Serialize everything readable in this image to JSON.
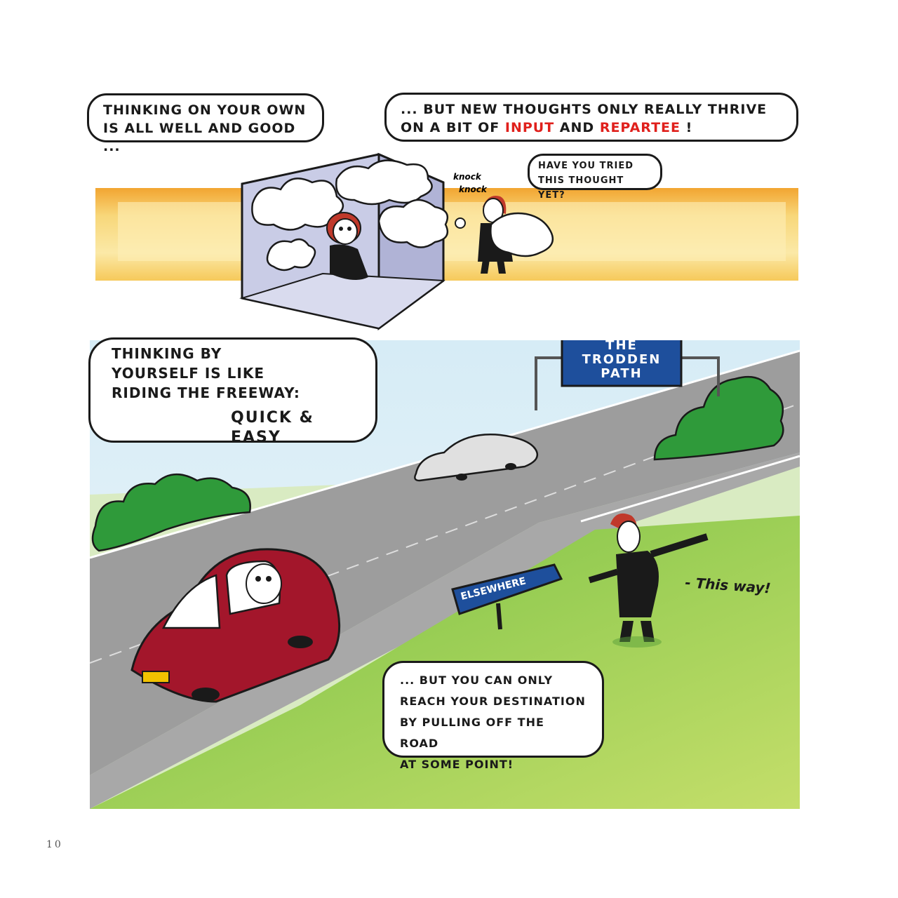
{
  "panel1": {
    "caption_left": [
      "THINKING ON YOUR OWN",
      "IS ALL WELL AND GOOD ..."
    ],
    "caption_right": {
      "line1": "... BUT NEW THOUGHTS ONLY REALLY THRIVE",
      "line2_prefix": "ON A BIT OF",
      "word1": "INPUT",
      "line2_mid": "AND",
      "word2": "REPARTEE",
      "line2_suffix": "!"
    },
    "knock": [
      "knock",
      "knock"
    ],
    "speech": [
      "HAVE YOU TRIED",
      "THIS THOUGHT YET?"
    ]
  },
  "panel2": {
    "speech_top": [
      "THINKING BY",
      "YOURSELF IS LIKE",
      "RIDING THE FREEWAY:"
    ],
    "speech_top_emphasis": "QUICK & EASY",
    "overhead_sign": [
      "THE",
      "TRODDEN",
      "PATH"
    ],
    "arrow_sign": "ELSEWHERE",
    "this_way": "- This way!",
    "speech_bottom": [
      "... BUT YOU CAN ONLY",
      "REACH YOUR DESTINATION",
      "BY PULLING OFF THE ROAD",
      "AT SOME POINT!"
    ]
  },
  "page_number": "10",
  "colors": {
    "highlight_red": "#e0201c",
    "sign_blue": "#1e4f9c",
    "car_red": "#a3162b",
    "grass_green": "#7dc24a",
    "bush_green": "#2f9a3a",
    "sky_blue": "#cfe6f2",
    "road_gray": "#9a9a9a",
    "glow_orange": "#f2b33a"
  }
}
